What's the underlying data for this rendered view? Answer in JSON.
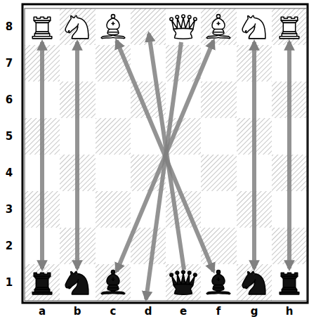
{
  "diagram": {
    "labels": [
      "8",
      "7",
      "6",
      "5",
      "4",
      "3",
      "2",
      "1",
      "a",
      "b",
      "c",
      "d",
      "e",
      "f",
      "g",
      "h"
    ]
  }
}
